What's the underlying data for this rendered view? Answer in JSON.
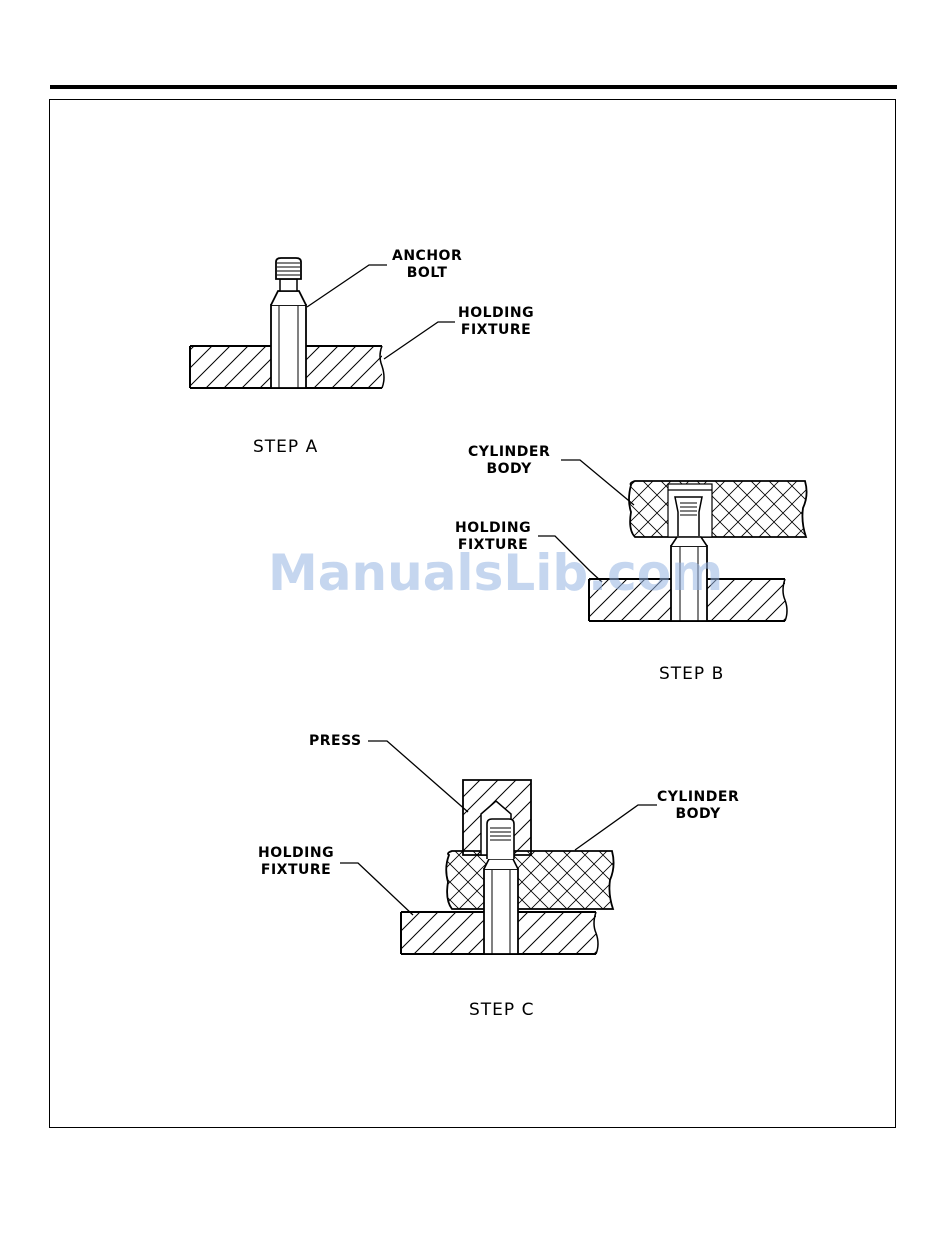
{
  "watermark": "ManualsLib.com",
  "step_a": {
    "label": "STEP A",
    "callouts": {
      "anchor_bolt": [
        "ANCHOR",
        "BOLT"
      ],
      "holding_fixture": [
        "HOLDING",
        "FIXTURE"
      ]
    }
  },
  "step_b": {
    "label": "STEP B",
    "callouts": {
      "cylinder_body": [
        "CYLINDER",
        "BODY"
      ],
      "holding_fixture": [
        "HOLDING",
        "FIXTURE"
      ]
    }
  },
  "step_c": {
    "label": "STEP C",
    "callouts": {
      "press": "PRESS",
      "cylinder_body": [
        "CYLINDER",
        "BODY"
      ],
      "holding_fixture": [
        "HOLDING",
        "FIXTURE"
      ]
    }
  }
}
